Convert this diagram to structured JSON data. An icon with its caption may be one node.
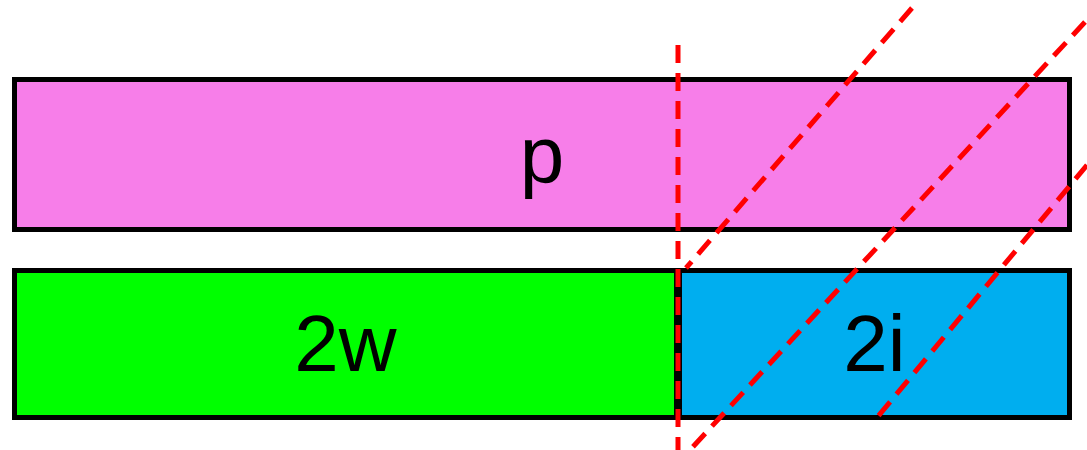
{
  "diagram": {
    "nodes": [
      {
        "text": [
          "p"
        ]
      },
      {
        "text": [
          "2w"
        ]
      },
      {
        "text": [
          "2i"
        ]
      }
    ]
  }
}
